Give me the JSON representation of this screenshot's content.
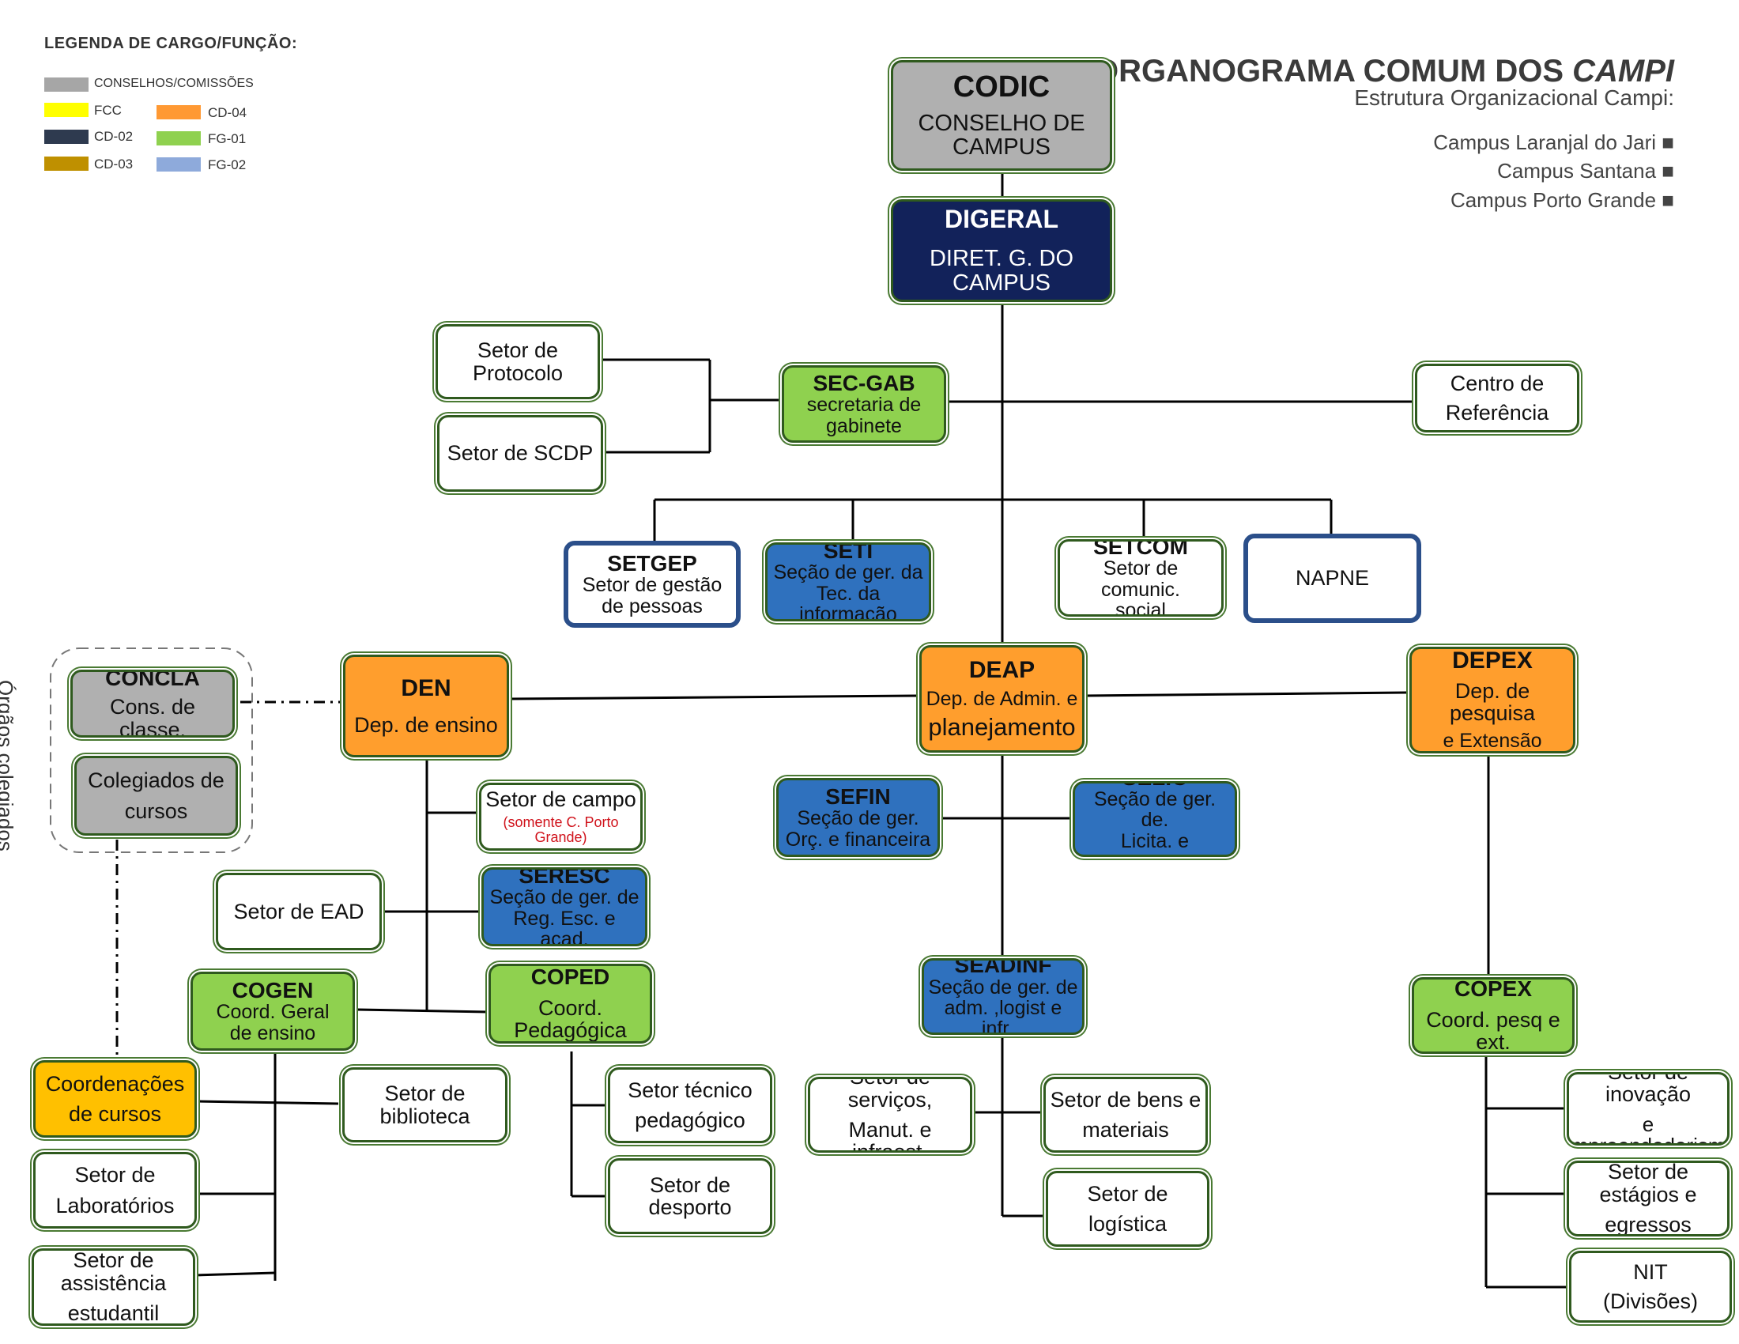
{
  "legend": {
    "title": "LEGENDA DE  CARGO/FUNÇÃO:",
    "items": [
      {
        "label": "CONSELHOS/COMISSÕES",
        "color": "#a6a6a6"
      },
      {
        "label": "FCC",
        "color": "#ffff00"
      },
      {
        "label": "CD-02",
        "color": "#2e3a4f"
      },
      {
        "label": "CD-03",
        "color": "#bf9000"
      },
      {
        "label": "CD-04",
        "color": "#ff9933"
      },
      {
        "label": "FG-01",
        "color": "#8fd14f"
      },
      {
        "label": "FG-02",
        "color": "#8eaadb"
      }
    ]
  },
  "header": {
    "title_main": "ORGANOGRAMA COMUM DOS ",
    "title_italic": "CAMPI",
    "subtitle": "Estrutura Organizacional Campi:",
    "campuses": [
      "Campus Laranjal do Jari ■",
      "Campus Santana ■",
      "Campus  Porto Grande ■"
    ]
  },
  "side_label": "Órgãos colegiados",
  "nodes": {
    "codic": {
      "title": "CODIC",
      "sub": "CONSELHO DE CAMPUS"
    },
    "digeral": {
      "title": "DIGERAL",
      "sub": "DIRET. G. DO CAMPUS"
    },
    "protocolo": {
      "text": "Setor  de  Protocolo"
    },
    "scdp": {
      "text": "Setor  de  SCDP"
    },
    "secgab": {
      "title": "SEC-GAB",
      "sub1": "secretaria  de",
      "sub2": "gabinete"
    },
    "centro": {
      "line1": "Centro  de",
      "line2": "Referência"
    },
    "setgep": {
      "title": "SETGEP",
      "sub1": "Setor  de  gestão",
      "sub2": "de  pessoas"
    },
    "seti": {
      "title": "SETI",
      "sub1": "Seção  de  ger.  da",
      "sub2": "Tec.  da  informação"
    },
    "setcom": {
      "title": "SETCOM",
      "sub1": "Setor  de  comunic.",
      "sub2": "social"
    },
    "napne": {
      "text": "NAPNE"
    },
    "concla": {
      "title": "CONCLA",
      "sub": "Cons.  de  classe."
    },
    "colegiados": {
      "line1": "Colegiados  de",
      "line2": "cursos"
    },
    "den": {
      "title": "DEN",
      "sub": "Dep.  de  ensino"
    },
    "deap": {
      "title": "DEAP",
      "sub1": "Dep.  de  Admin.  e",
      "sub2": "planejamento"
    },
    "depex": {
      "title": "DEPEX",
      "sub1": "Dep.  de  pesquisa",
      "sub2": "e  Extensão"
    },
    "campo": {
      "line1": "Setor  de  campo",
      "note": "(somente  C.  Porto  Grande)"
    },
    "sefin": {
      "title": "SEFIN",
      "sub1": "Seção  de  ger.",
      "sub2": "Orç.  e  financeira"
    },
    "selic": {
      "title": "SELIC",
      "sub1": "Seção  de  ger.  de.",
      "sub2": "Licita.  e  contratos"
    },
    "ead": {
      "text": "Setor  de  EAD"
    },
    "seresc": {
      "title": "SERESC",
      "sub1": "Seção  de  ger.  de",
      "sub2": "Reg.  Esc.  e  acad."
    },
    "cogen": {
      "title": "COGEN",
      "sub1": "Coord.  Geral",
      "sub2": "de  ensino"
    },
    "coped": {
      "title": "COPED",
      "sub": "Coord.  Pedagógica"
    },
    "seadinf": {
      "title": "SEADINF",
      "sub1": "Seção  de  ger.  de",
      "sub2": "adm.  ,logist  e  infr..."
    },
    "copex": {
      "title": "COPEX",
      "sub": "Coord.  pesq  e  ext."
    },
    "coordcursos": {
      "line1": "Coordenações",
      "line2": "de  cursos"
    },
    "biblioteca": {
      "text": "Setor  de  biblioteca"
    },
    "tecped": {
      "line1": "Setor  técnico",
      "line2": "pedagógico"
    },
    "servicos": {
      "line1": "Setor  de  serviços,",
      "line2": "Manut.  e  infraest."
    },
    "bens": {
      "line1": "Setor  de  bens  e",
      "line2": "materiais"
    },
    "inovacao": {
      "line1": "Setor  de  inovação",
      "line2": "e  empreendedorismo"
    },
    "laboratorios": {
      "line1": "Setor  de",
      "line2": "Laboratórios"
    },
    "desporto": {
      "text": "Setor  de  desporto"
    },
    "logistica": {
      "line1": "Setor  de",
      "line2": "logística"
    },
    "estagios": {
      "line1": "Setor  de  estágios  e",
      "line2": "egressos"
    },
    "assistencia": {
      "line1": "Setor  de  assistência",
      "line2": "estudantil"
    },
    "nit": {
      "line1": "NIT",
      "line2": "(Divisões)"
    }
  }
}
